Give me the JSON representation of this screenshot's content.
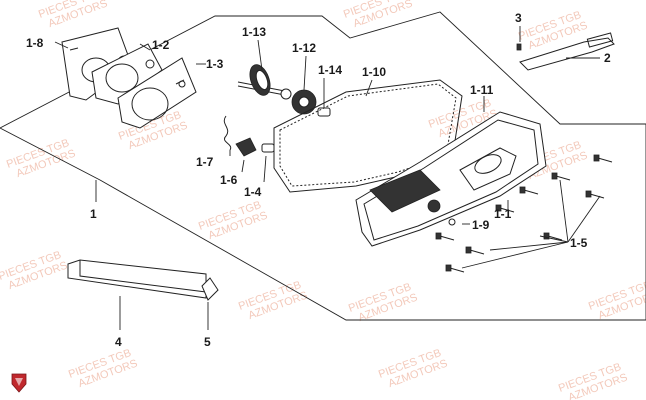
{
  "diagram": {
    "labels": [
      {
        "id": "1-8",
        "text": "1-8"
      },
      {
        "id": "1-2",
        "text": "1-2"
      },
      {
        "id": "1-3",
        "text": "1-3"
      },
      {
        "id": "1-13",
        "text": "1-13"
      },
      {
        "id": "1-12",
        "text": "1-12"
      },
      {
        "id": "1-14",
        "text": "1-14"
      },
      {
        "id": "1-10",
        "text": "1-10"
      },
      {
        "id": "1-11",
        "text": "1-11"
      },
      {
        "id": "3",
        "text": "3"
      },
      {
        "id": "2",
        "text": "2"
      },
      {
        "id": "1-7",
        "text": "1-7"
      },
      {
        "id": "1-6",
        "text": "1-6"
      },
      {
        "id": "1-4",
        "text": "1-4"
      },
      {
        "id": "1",
        "text": "1"
      },
      {
        "id": "1-1",
        "text": "1-1"
      },
      {
        "id": "1-9",
        "text": "1-9"
      },
      {
        "id": "1-5",
        "text": "1-5"
      },
      {
        "id": "4",
        "text": "4"
      },
      {
        "id": "5",
        "text": "5"
      }
    ],
    "watermark": {
      "line1": "PIECES TGB",
      "line2": "AZMOTORS"
    },
    "colors": {
      "watermark": "#e58a6a",
      "logo": "#c0282d",
      "ink": "#222222"
    }
  }
}
